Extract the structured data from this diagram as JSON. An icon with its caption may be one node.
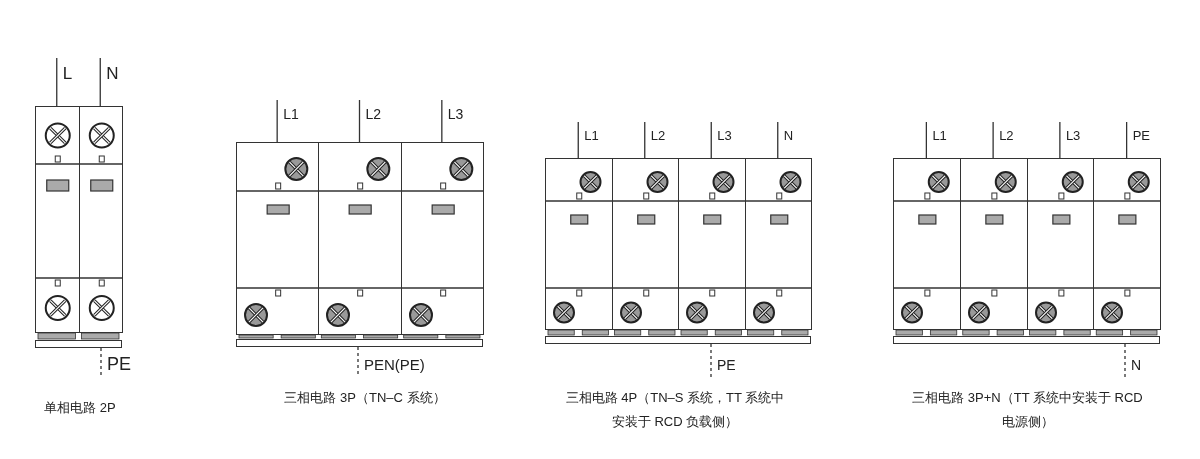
{
  "diagram": {
    "nodes": [
      {
        "text": [
          "L"
        ]
      },
      {
        "text": [
          "N"
        ]
      },
      {
        "text": [],
        "shape": "box"
      },
      {
        "text": [],
        "shape": "box"
      },
      {
        "text": [],
        "shape": "bar"
      },
      {
        "text": [
          "PE"
        ]
      },
      {
        "text": [
          "L1"
        ]
      },
      {
        "text": [
          "L2"
        ]
      },
      {
        "text": [
          "L3"
        ]
      },
      {
        "text": [],
        "shape": "box"
      },
      {
        "text": [],
        "shape": "box"
      },
      {
        "text": [],
        "shape": "box"
      },
      {
        "text": [],
        "shape": "bar"
      },
      {
        "text": [
          "PEN(PE)"
        ]
      },
      {
        "text": [
          "L1"
        ]
      },
      {
        "text": [
          "L2"
        ]
      },
      {
        "text": [
          "L3"
        ]
      },
      {
        "text": [
          "N"
        ]
      },
      {
        "text": [],
        "shape": "box"
      },
      {
        "text": [],
        "shape": "box"
      },
      {
        "text": [],
        "shape": "box"
      },
      {
        "text": [],
        "shape": "box"
      },
      {
        "text": [],
        "shape": "bar"
      },
      {
        "text": [
          "PE"
        ]
      },
      {
        "text": [
          "L1"
        ]
      },
      {
        "text": [
          "L2"
        ]
      },
      {
        "text": [
          "L3"
        ]
      },
      {
        "text": [
          "PE"
        ]
      },
      {
        "text": [],
        "shape": "box"
      },
      {
        "text": [],
        "shape": "box"
      },
      {
        "text": [],
        "shape": "box"
      },
      {
        "text": [],
        "shape": "box"
      },
      {
        "text": [],
        "shape": "bar"
      },
      {
        "text": [
          "N"
        ]
      }
    ],
    "edges": [
      {
        "from": 0,
        "to": 2,
        "arrow": "none"
      },
      {
        "from": 1,
        "to": 3,
        "arrow": "none"
      },
      {
        "from": 4,
        "to": 5,
        "arrow": "none",
        "style": "dashed"
      },
      {
        "from": 6,
        "to": 9,
        "arrow": "none"
      },
      {
        "from": 7,
        "to": 10,
        "arrow": "none"
      },
      {
        "from": 8,
        "to": 11,
        "arrow": "none"
      },
      {
        "from": 12,
        "to": 13,
        "arrow": "none",
        "style": "dashed"
      },
      {
        "from": 14,
        "to": 18,
        "arrow": "none"
      },
      {
        "from": 15,
        "to": 19,
        "arrow": "none"
      },
      {
        "from": 16,
        "to": 20,
        "arrow": "none"
      },
      {
        "from": 17,
        "to": 21,
        "arrow": "none"
      },
      {
        "from": 22,
        "to": 23,
        "arrow": "none",
        "style": "dashed"
      },
      {
        "from": 24,
        "to": 28,
        "arrow": "none"
      },
      {
        "from": 25,
        "to": 29,
        "arrow": "none"
      },
      {
        "from": 26,
        "to": 30,
        "arrow": "none"
      },
      {
        "from": 27,
        "to": 31,
        "arrow": "none"
      },
      {
        "from": 32,
        "to": 33,
        "arrow": "none",
        "style": "dashed"
      }
    ],
    "labels": [
      "单相电路 2P",
      "三相电路 3P（TN–C 系统）",
      "三相电路 4P（TN–S 系统，TT 系统中安装于 RCD 负载侧）",
      "三相电路 3P+N（TT 系统中安装于 RCD 电源侧）"
    ]
  }
}
